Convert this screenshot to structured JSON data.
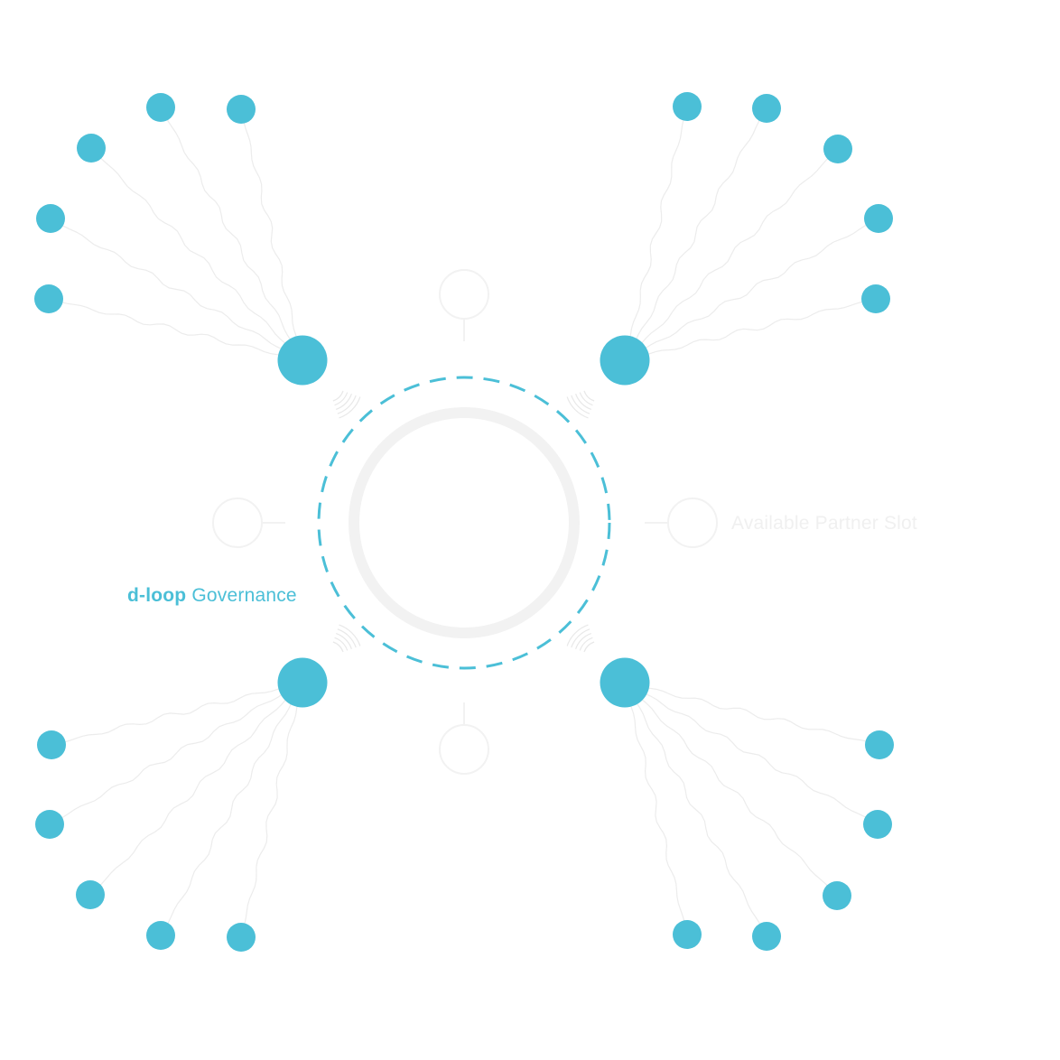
{
  "colors": {
    "accent": "#4bbfd7",
    "faint_ring": "#f2f2f2",
    "faint_line": "#ececec",
    "slot_text": "#f2f2f2"
  },
  "labels": {
    "governance_brand": "d-loop",
    "governance_text": " Governance",
    "available_slot": "Available Partner Slot"
  },
  "hubs": [
    {
      "id": "top-left",
      "satellites": 5
    },
    {
      "id": "top-right",
      "satellites": 5
    },
    {
      "id": "bottom-left",
      "satellites": 5
    },
    {
      "id": "bottom-right",
      "satellites": 5
    }
  ],
  "partner_slots": [
    {
      "id": "top"
    },
    {
      "id": "left"
    },
    {
      "id": "right"
    },
    {
      "id": "bottom"
    }
  ]
}
